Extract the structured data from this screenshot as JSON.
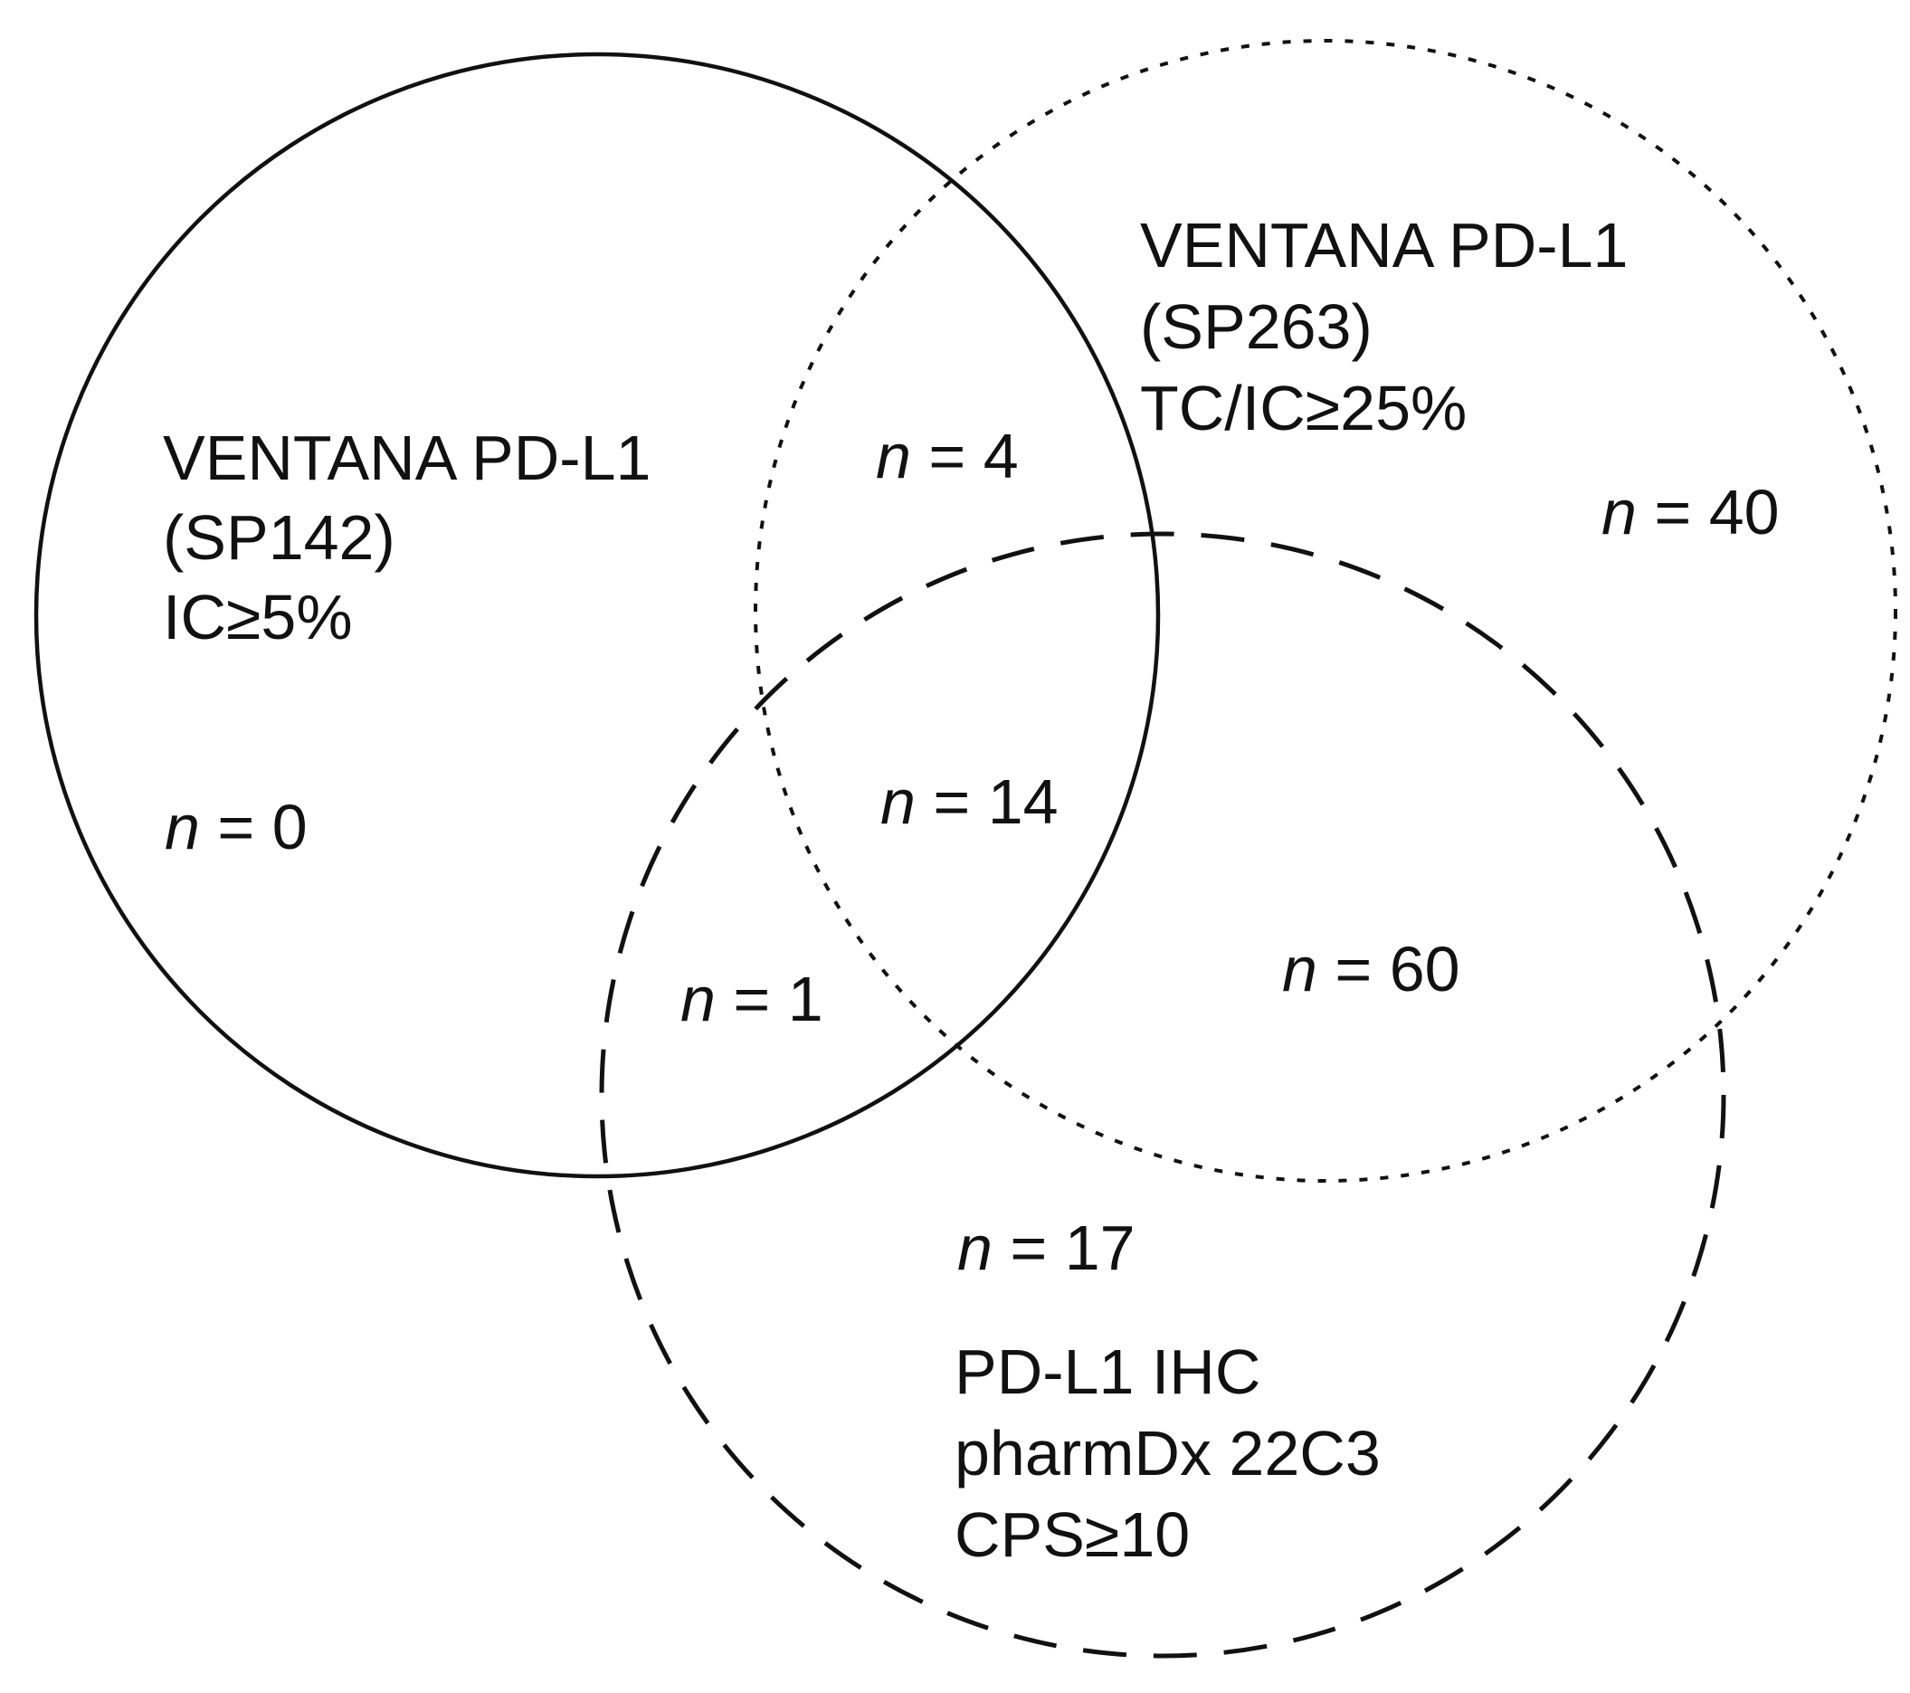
{
  "sets": [
    {
      "id": "sp142",
      "label_lines": [
        "VENTANA PD-L1",
        "(SP142)",
        "IC≥5%"
      ],
      "line_style": "solid"
    },
    {
      "id": "sp263",
      "label_lines": [
        "VENTANA PD-L1",
        "(SP263)",
        "TC/IC≥25%"
      ],
      "line_style": "dotted"
    },
    {
      "id": "22c3",
      "label_lines": [
        "PD-L1 IHC",
        "pharmDx 22C3",
        "CPS≥10"
      ],
      "line_style": "dashed"
    }
  ],
  "regions": {
    "sp142_only": {
      "n_symbol": "n",
      "text": " = 0",
      "value": 0
    },
    "sp142_sp263": {
      "n_symbol": "n",
      "text": " = 4",
      "value": 4
    },
    "sp263_only": {
      "n_symbol": "n",
      "text": " = 40",
      "value": 40
    },
    "all_three": {
      "n_symbol": "n",
      "text": " = 14",
      "value": 14
    },
    "sp142_22c3": {
      "n_symbol": "n",
      "text": " = 1",
      "value": 1
    },
    "sp263_22c3": {
      "n_symbol": "n",
      "text": " = 60",
      "value": 60
    },
    "22c3_only": {
      "n_symbol": "n",
      "text": " = 17",
      "value": 17
    }
  }
}
